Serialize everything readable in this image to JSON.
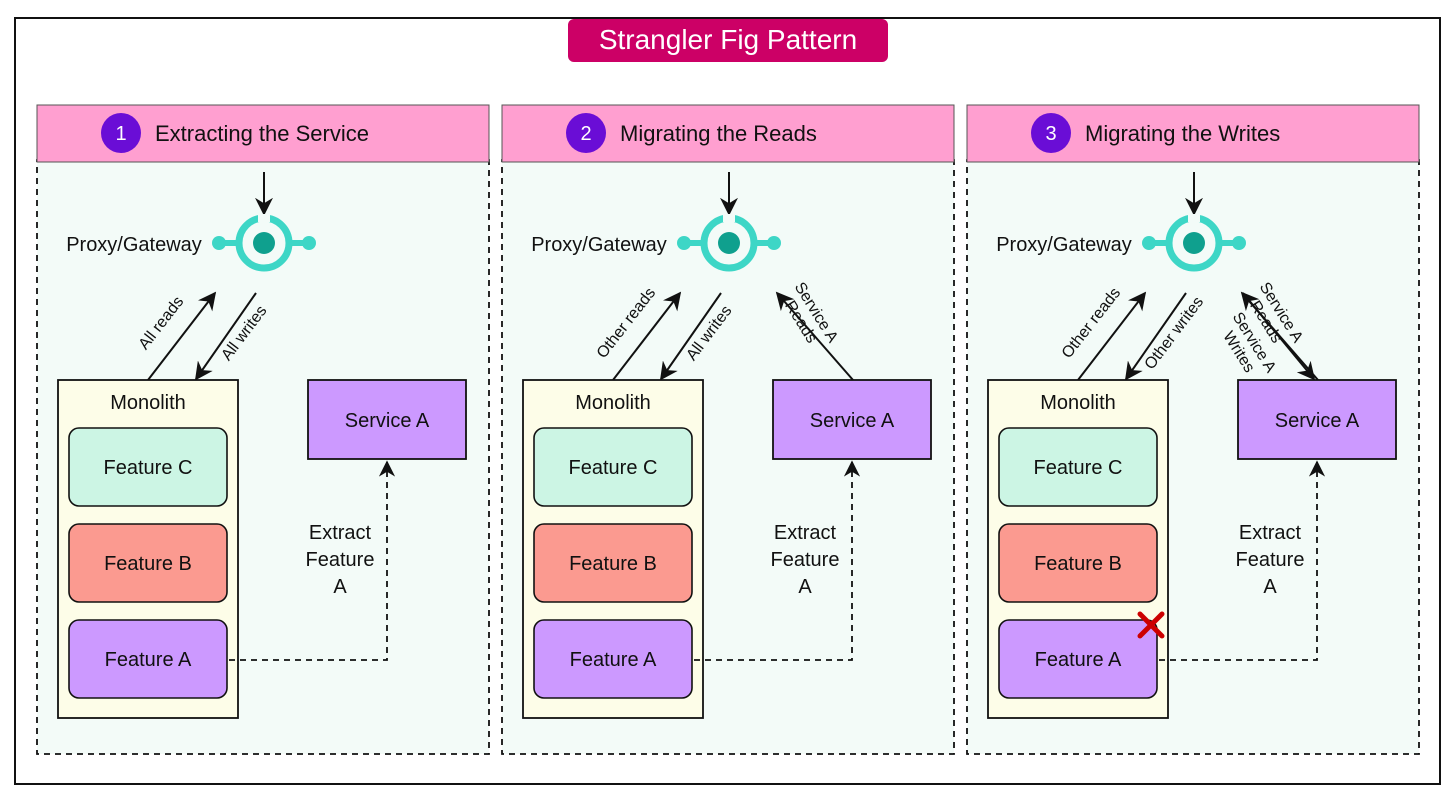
{
  "title": "Strangler Fig Pattern",
  "colors": {
    "title_bg": "#cc0066",
    "header_bg": "#ff9fd0",
    "panel_bg": "#f3fbf8",
    "monolith_bg": "#fdfde8",
    "feature_c": "#ccf5e4",
    "feature_b": "#fb9a90",
    "feature_a": "#cc99ff",
    "service": "#cc99ff",
    "badge": "#6a0dd6",
    "gateway": "#3dd6c6",
    "gateway_core": "#0fa08e",
    "cross": "#cc0000"
  },
  "panels": [
    {
      "number": "1",
      "title": "Extracting the Service",
      "gateway_label": "Proxy/Gateway",
      "monolith_label": "Monolith",
      "features": [
        "Feature C",
        "Feature B",
        "Feature A"
      ],
      "service_label": "Service A",
      "extract_label": [
        "Extract",
        "Feature",
        "A"
      ],
      "mono_up_label": "All reads",
      "mono_down_label": "All writes",
      "service_up_label": [
        "",
        ""
      ],
      "service_down_label": [
        "",
        ""
      ],
      "feature_a_removed": false
    },
    {
      "number": "2",
      "title": "Migrating the Reads",
      "gateway_label": "Proxy/Gateway",
      "monolith_label": "Monolith",
      "features": [
        "Feature C",
        "Feature B",
        "Feature A"
      ],
      "service_label": "Service A",
      "extract_label": [
        "Extract",
        "Feature",
        "A"
      ],
      "mono_up_label": "Other reads",
      "mono_down_label": "All writes",
      "service_up_label": [
        "Service A",
        "Reads"
      ],
      "service_down_label": [
        "",
        ""
      ],
      "feature_a_removed": false
    },
    {
      "number": "3",
      "title": "Migrating the Writes",
      "gateway_label": "Proxy/Gateway",
      "monolith_label": "Monolith",
      "features": [
        "Feature C",
        "Feature B",
        "Feature A"
      ],
      "service_label": "Service A",
      "extract_label": [
        "Extract",
        "Feature",
        "A"
      ],
      "mono_up_label": "Other reads",
      "mono_down_label": "Other writes",
      "service_up_label": [
        "Service A",
        "Reads"
      ],
      "service_down_label": [
        "Service A",
        "Writes"
      ],
      "feature_a_removed": true
    }
  ]
}
